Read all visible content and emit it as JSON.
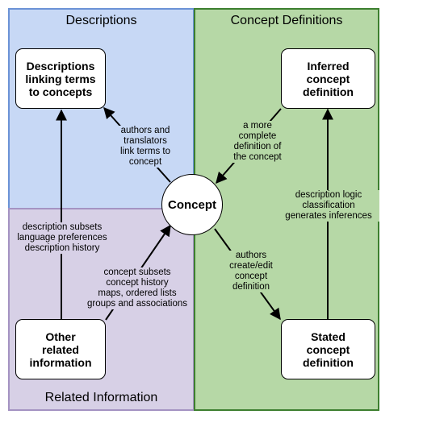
{
  "regions": {
    "descriptions": {
      "title": "Descriptions",
      "fill": "#c7d8f5",
      "border": "#6b93d6"
    },
    "concept_definitions": {
      "title": "Concept Definitions",
      "fill": "#b6d8a6",
      "border": "#3d7f2f"
    },
    "related_information": {
      "title": "Related Information",
      "fill": "#d7d0e6",
      "border": "#a493c2"
    }
  },
  "nodes": {
    "concept": "Concept",
    "descriptions_box": "Descriptions\nlinking terms\nto concepts",
    "inferred_box": "Inferred\nconcept\ndefinition",
    "stated_box": "Stated\nconcept\ndefinition",
    "other_box": "Other\nrelated\ninformation"
  },
  "edge_labels": {
    "authors_translators": "authors and\ntranslators\nlink terms to\nconcept",
    "more_complete": "a more\ncomplete\ndefinition of\nthe concept",
    "dl_classification": "description logic\nclassification\ngenerates inferences",
    "authors_create": "authors\ncreate/edit\nconcept\ndefinition",
    "description_subsets": "description subsets\nlanguage preferences\ndescription history",
    "concept_subsets": "concept subsets\nconcept history\nmaps, ordered lists\ngroups and associations"
  }
}
